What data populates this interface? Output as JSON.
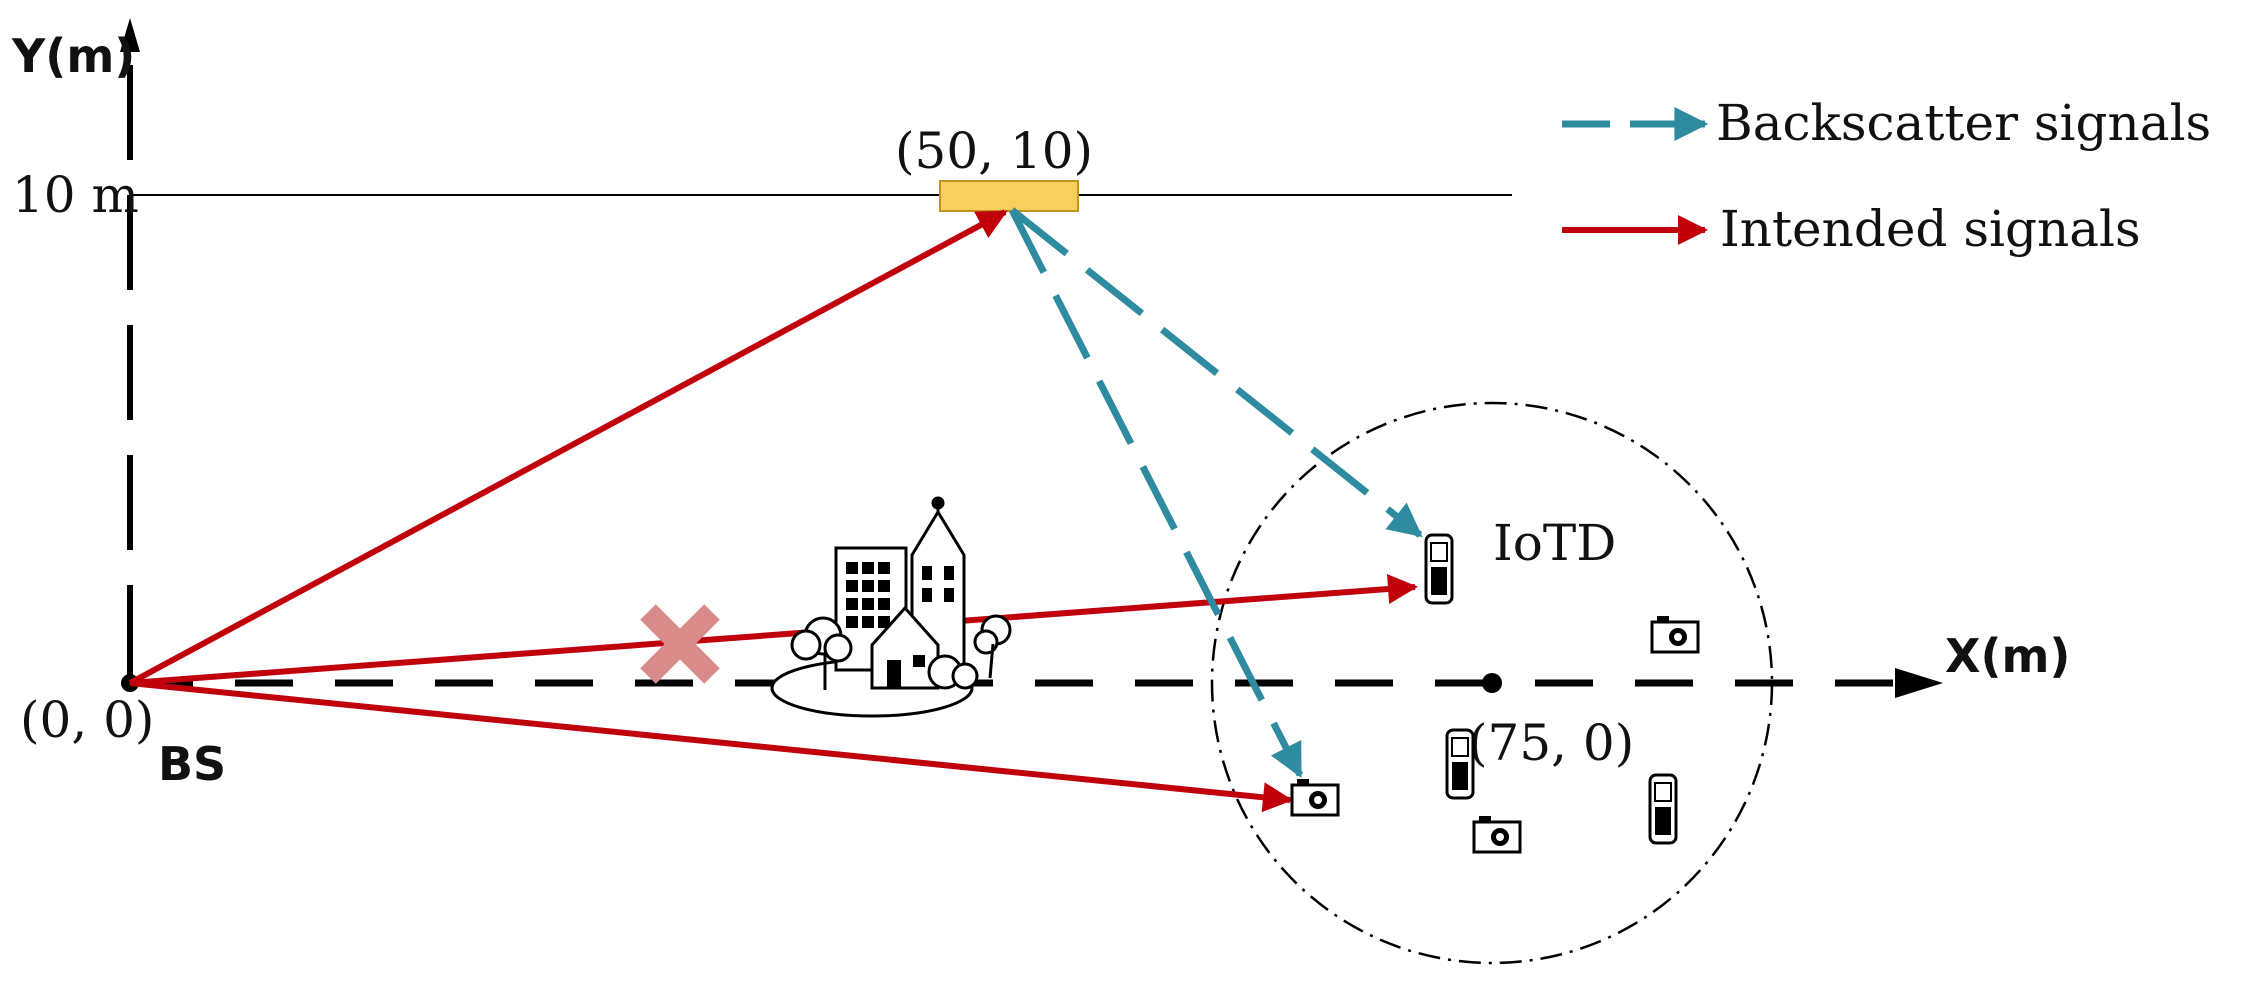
{
  "axes": {
    "y_label": "Y(m)",
    "x_label": "X(m)",
    "y_tick": "10 m"
  },
  "points": {
    "origin": "(0, 0)",
    "origin_name": "BS",
    "ris": "(50, 10)",
    "center": "(75, 0)"
  },
  "device_label": "IoTD",
  "legend": {
    "backscatter": "Backscatter signals",
    "intended": "Intended signals"
  },
  "colors": {
    "intended": "#c0000b",
    "backscatter": "#2e8ba0",
    "ris": "#f7cf5e",
    "blocked": "#d98b8b"
  }
}
